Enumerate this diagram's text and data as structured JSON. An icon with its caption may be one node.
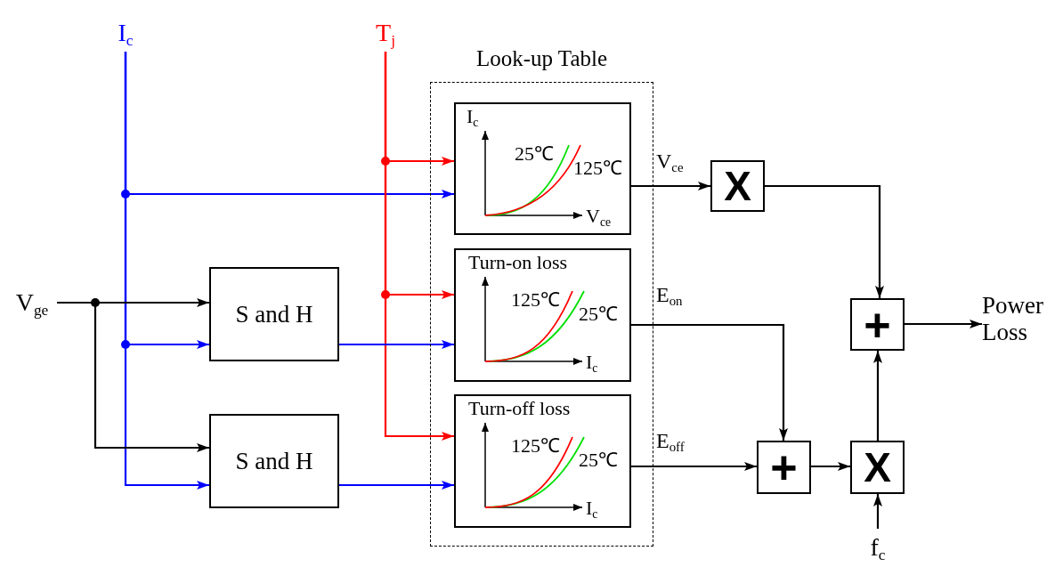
{
  "diagram": {
    "nodes": [
      {
        "text": [
          "I$_{c}$"
        ]
      },
      {
        "text": [
          "T$_{j}$"
        ]
      },
      {
        "text": [
          "V$_{ge}$"
        ]
      },
      {
        "text": [
          "S and H"
        ]
      },
      {
        "text": [
          "S and H"
        ]
      },
      {
        "text": [
          "Look-up Table"
        ]
      },
      {
        "text": [
          "I$_{c}$",
          "25℃",
          "125℃",
          "V$_{ce}$"
        ],
        "in": 5
      },
      {
        "text": [
          "Turn-on loss",
          "125℃",
          "25℃",
          "I$_{c}$"
        ],
        "in": 5
      },
      {
        "text": [
          "Turn-off loss",
          "125℃",
          "25℃",
          "I$_{c}$"
        ],
        "in": 5
      },
      {
        "text": [
          "X"
        ]
      },
      {
        "text": [
          "+"
        ]
      },
      {
        "text": [
          "Power Loss"
        ]
      },
      {
        "text": [
          "+"
        ]
      },
      {
        "text": [
          "X"
        ]
      },
      {
        "text": [
          "f$_{c}$"
        ]
      }
    ],
    "edges": [
      {
        "from": 0,
        "to": 6,
        "arrow": "to",
        "color": "#0000ff"
      },
      {
        "from": 0,
        "to": 3,
        "arrow": "to",
        "color": "#0000ff"
      },
      {
        "from": 0,
        "to": 4,
        "arrow": "to",
        "color": "#0000ff"
      },
      {
        "from": 1,
        "to": 6,
        "arrow": "to",
        "color": "#ff0000"
      },
      {
        "from": 1,
        "to": 7,
        "arrow": "to",
        "color": "#ff0000"
      },
      {
        "from": 1,
        "to": 8,
        "arrow": "to",
        "color": "#ff0000"
      },
      {
        "from": 2,
        "to": 3,
        "arrow": "to"
      },
      {
        "from": 2,
        "to": 4,
        "arrow": "to"
      },
      {
        "from": 3,
        "to": 7,
        "arrow": "to",
        "color": "#0000ff"
      },
      {
        "from": 4,
        "to": 8,
        "arrow": "to",
        "color": "#0000ff"
      },
      {
        "from": 6,
        "to": 9,
        "arrow": "to",
        "label": "V$_{ce}$"
      },
      {
        "from": 9,
        "to": 10,
        "arrow": "to"
      },
      {
        "from": 7,
        "to": 12,
        "arrow": "to",
        "label": "E$_{on}$"
      },
      {
        "from": 8,
        "to": 12,
        "arrow": "to",
        "label": "E$_{off}$"
      },
      {
        "from": 12,
        "to": 13,
        "arrow": "to"
      },
      {
        "from": 13,
        "to": 10,
        "arrow": "to"
      },
      {
        "from": 10,
        "to": 11,
        "arrow": "to"
      },
      {
        "from": 14,
        "to": 13,
        "arrow": "to"
      }
    ]
  }
}
